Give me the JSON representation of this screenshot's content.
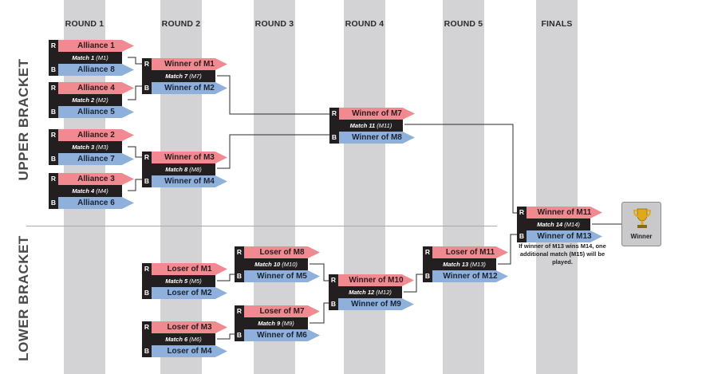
{
  "rounds": [
    "ROUND 1",
    "ROUND 2",
    "ROUND 3",
    "ROUND 4",
    "ROUND 5",
    "FINALS"
  ],
  "bracket_labels": {
    "upper": "UPPER BRACKET",
    "lower": "LOWER BRACKET"
  },
  "side_letters": {
    "red": "R",
    "blue": "B"
  },
  "matches": {
    "m1": {
      "red": "Alliance 1",
      "blue": "Alliance 8",
      "label": "Match 1",
      "code": "(M1)"
    },
    "m2": {
      "red": "Alliance 4",
      "blue": "Alliance 5",
      "label": "Match 2",
      "code": "(M2)"
    },
    "m3": {
      "red": "Alliance 2",
      "blue": "Alliance 7",
      "label": "Match 3",
      "code": "(M3)"
    },
    "m4": {
      "red": "Alliance 3",
      "blue": "Alliance 6",
      "label": "Match 4",
      "code": "(M4)"
    },
    "m7": {
      "red": "Winner of M1",
      "blue": "Winner of M2",
      "label": "Match 7",
      "code": "(M7)"
    },
    "m8": {
      "red": "Winner of M3",
      "blue": "Winner of M4",
      "label": "Match 8",
      "code": "(M8)"
    },
    "m5": {
      "red": "Loser of M1",
      "blue": "Loser of M2",
      "label": "Match 5",
      "code": "(M5)"
    },
    "m6": {
      "red": "Loser of M3",
      "blue": "Loser of M4",
      "label": "Match 6",
      "code": "(M6)"
    },
    "m10": {
      "red": "Loser of M8",
      "blue": "Winner of M5",
      "label": "Match 10",
      "code": "(M10)"
    },
    "m9": {
      "red": "Loser of M7",
      "blue": "Winner of M6",
      "label": "Match 9",
      "code": "(M9)"
    },
    "m11": {
      "red": "Winner of M7",
      "blue": "Winner of M8",
      "label": "Match 11",
      "code": "(M11)"
    },
    "m12": {
      "red": "Winner of M10",
      "blue": "Winner of M9",
      "label": "Match 12",
      "code": "(M12)"
    },
    "m13": {
      "red": "Loser of M11",
      "blue": "Winner of M12",
      "label": "Match 13",
      "code": "(M13)"
    },
    "m14": {
      "red": "Winner of M11",
      "blue": "Winner of M13",
      "label": "Match 14",
      "code": "(M14)"
    }
  },
  "winner": {
    "label": "Winner",
    "icon": "trophy-icon"
  },
  "note": "If winner of M13 wins M14, one additional match (M15) will be played.",
  "colors": {
    "red_slot": "#f08a90",
    "blue_slot": "#8eb0db",
    "dark": "#231f20",
    "band": "#d3d3d5",
    "trophy": "#e0a91a"
  }
}
